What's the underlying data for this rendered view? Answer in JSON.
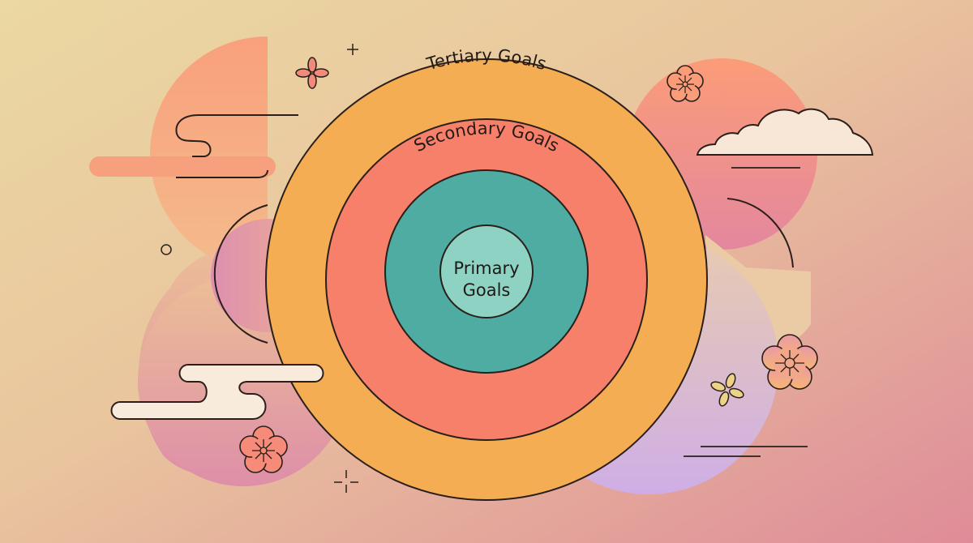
{
  "diagram": {
    "type": "concentric-goals",
    "rings": [
      {
        "id": "tertiary",
        "label": "Tertiary Goals",
        "color": "#f4ad52"
      },
      {
        "id": "secondary",
        "label": "Secondary Goals",
        "color": "#f7806a"
      },
      {
        "id": "primary-ring",
        "label": "",
        "color": "#4eaca2"
      }
    ],
    "center": {
      "line1": "Primary",
      "line2": "Goals",
      "color": "#8ed2c3"
    },
    "outline_color": "#2a1f1b"
  },
  "background": {
    "gradient_start": "#ead6a0",
    "gradient_end": "#e2919a"
  },
  "decor": {
    "icons": [
      "clover-icon",
      "plum-blossom-icon",
      "cloud-icon",
      "sparkle-icon",
      "plus-icon",
      "circle-icon"
    ]
  }
}
